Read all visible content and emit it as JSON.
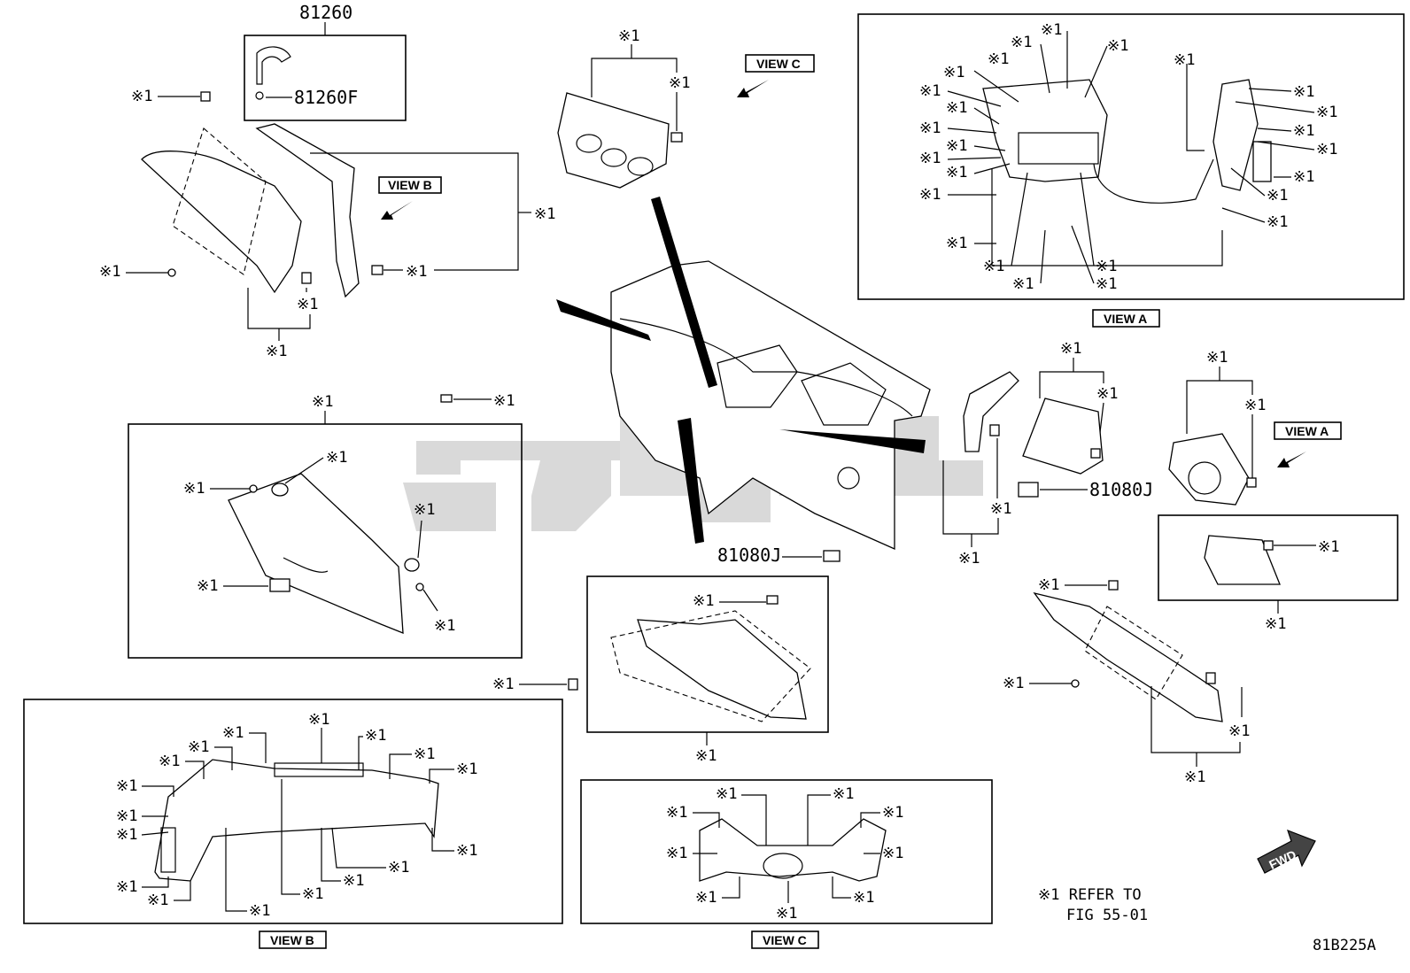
{
  "ref_mark": "※1",
  "part_numbers": {
    "p81260": "81260",
    "p81260F": "81260F",
    "p81080J_right": "81080J",
    "p81080J_center": "81080J"
  },
  "view_tags": {
    "view_c_arrow": "VIEW C",
    "view_b_arrow": "VIEW B",
    "view_a_arrow": "VIEW A",
    "view_a_caption": "VIEW A",
    "view_b_caption": "VIEW B",
    "view_c_caption": "VIEW C"
  },
  "note": {
    "line1": "※1 REFER TO",
    "line2": "FIG 55-01"
  },
  "fwd_label": "FWD",
  "figure_code": "81B225A",
  "colors": {
    "ink": "#000000",
    "watermark": "#d9d9d9",
    "paper": "#ffffff"
  }
}
